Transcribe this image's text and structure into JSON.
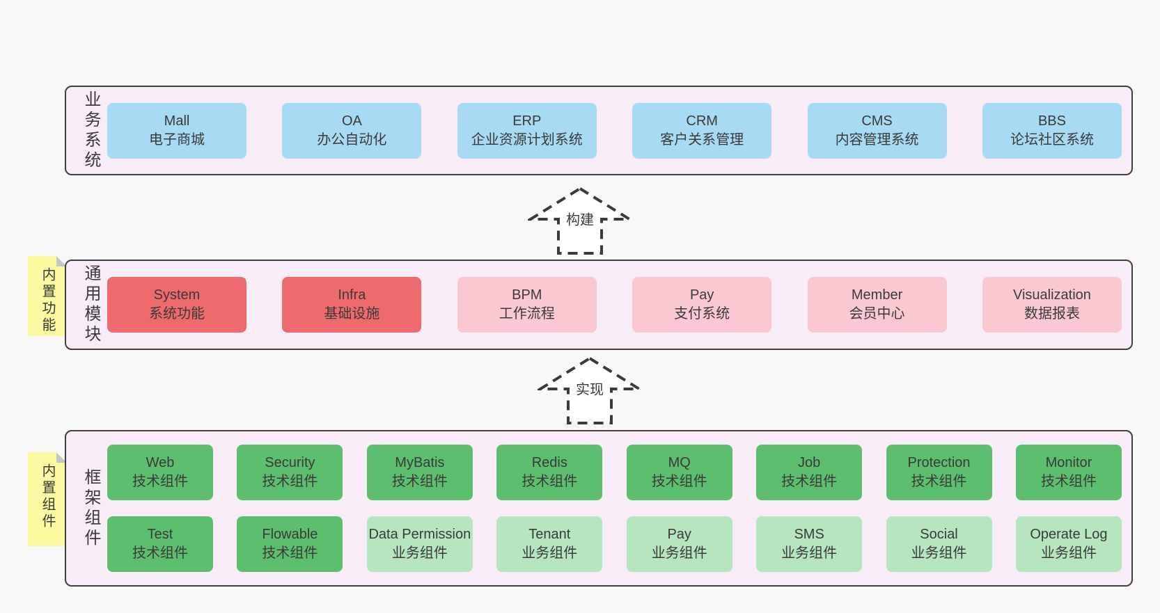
{
  "colors": {
    "page_bg": "#f8f8f8",
    "panel_bg": "#f8edf7",
    "panel_border": "#3f3f3f",
    "blue_box": "#a8daf3",
    "red_box": "#ef6a6c",
    "pink_box": "#fac8d0",
    "green_dark_box": "#5cbe6e",
    "green_light_box": "#b7e5c0",
    "note_bg": "#fbf9a2",
    "note_fold": "#c6c6c6",
    "text": "#3a3a3a"
  },
  "arrows": {
    "build": "构建",
    "implement": "实现"
  },
  "sections": {
    "business": {
      "label": "业务系统",
      "boxes": [
        {
          "title": "Mall",
          "subtitle": "电子商城"
        },
        {
          "title": "OA",
          "subtitle": "办公自动化"
        },
        {
          "title": "ERP",
          "subtitle": "企业资源计划系统"
        },
        {
          "title": "CRM",
          "subtitle": "客户关系管理"
        },
        {
          "title": "CMS",
          "subtitle": "内容管理系统"
        },
        {
          "title": "BBS",
          "subtitle": "论坛社区系统"
        }
      ]
    },
    "modules": {
      "label": "通用模块",
      "note": "内置功能",
      "boxes": [
        {
          "title": "System",
          "subtitle": "系统功能"
        },
        {
          "title": "Infra",
          "subtitle": "基础设施"
        },
        {
          "title": "BPM",
          "subtitle": "工作流程"
        },
        {
          "title": "Pay",
          "subtitle": "支付系统"
        },
        {
          "title": "Member",
          "subtitle": "会员中心"
        },
        {
          "title": "Visualization",
          "subtitle": "数据报表"
        }
      ]
    },
    "framework": {
      "label": "框架组件",
      "note": "内置组件",
      "row1": [
        {
          "title": "Web",
          "subtitle": "技术组件"
        },
        {
          "title": "Security",
          "subtitle": "技术组件"
        },
        {
          "title": "MyBatis",
          "subtitle": "技术组件"
        },
        {
          "title": "Redis",
          "subtitle": "技术组件"
        },
        {
          "title": "MQ",
          "subtitle": "技术组件"
        },
        {
          "title": "Job",
          "subtitle": "技术组件"
        },
        {
          "title": "Protection",
          "subtitle": "技术组件"
        },
        {
          "title": "Monitor",
          "subtitle": "技术组件"
        }
      ],
      "row2": [
        {
          "title": "Test",
          "subtitle": "技术组件"
        },
        {
          "title": "Flowable",
          "subtitle": "技术组件"
        },
        {
          "title": "Data Permission",
          "subtitle": "业务组件"
        },
        {
          "title": "Tenant",
          "subtitle": "业务组件"
        },
        {
          "title": "Pay",
          "subtitle": "业务组件"
        },
        {
          "title": "SMS",
          "subtitle": "业务组件"
        },
        {
          "title": "Social",
          "subtitle": "业务组件"
        },
        {
          "title": "Operate Log",
          "subtitle": "业务组件"
        }
      ]
    }
  }
}
